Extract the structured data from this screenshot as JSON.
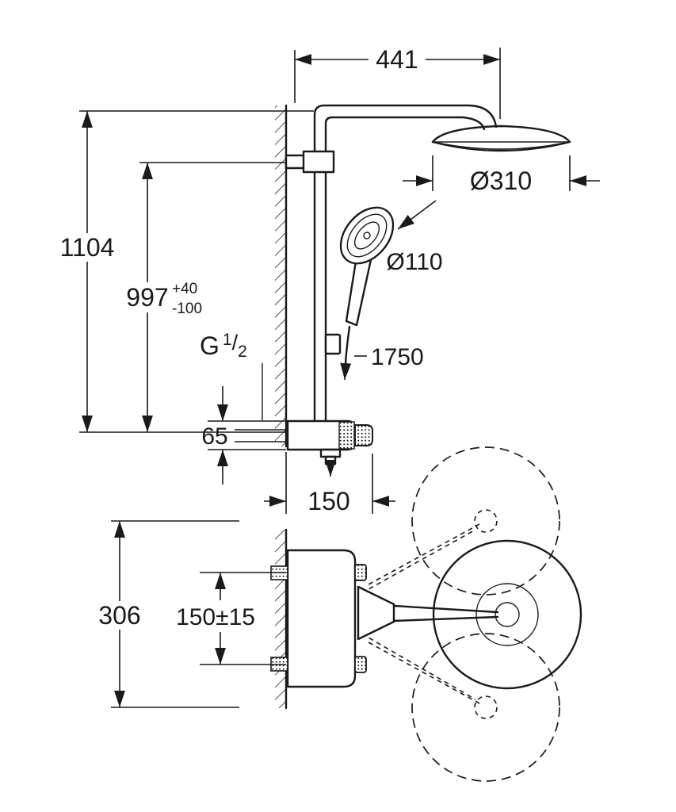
{
  "page": {
    "background": "#ffffff",
    "line_color": "#1a1a1a"
  },
  "elevation": {
    "dim_width_top": "441",
    "dim_head_diameter": "Ø310",
    "dim_hand_diameter": "Ø110",
    "dim_total_height": "1104",
    "dim_install_height": "997",
    "dim_install_tol_plus": "+40",
    "dim_install_tol_minus": "-100",
    "thread": {
      "base": "G",
      "sup": "1",
      "slash": "/",
      "sub": "2"
    },
    "dim_hose_length": "1750",
    "dim_valve_height": "65",
    "dim_wall_offset": "150"
  },
  "plan": {
    "dim_swivel_span": "306",
    "dim_supply_distance": "150±15"
  }
}
